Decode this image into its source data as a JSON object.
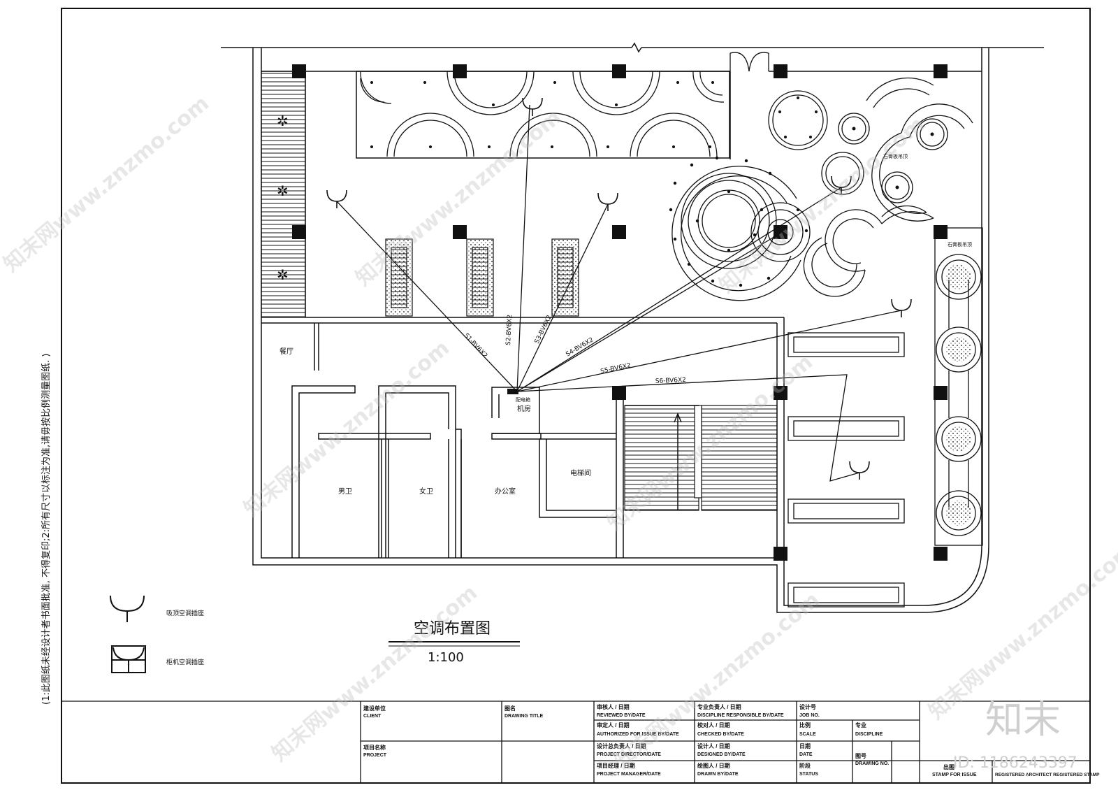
{
  "drawing": {
    "title": "空调布置图",
    "scale": "1:100",
    "side_note": "(1:此图纸未经设计者书面批准, 不得复印;2:所有尺寸以标注为准,请毋按比例测量图纸. )"
  },
  "rooms": {
    "dining": "餐厅",
    "mens_wc": "男卫",
    "womens_wc": "女卫",
    "office": "办公室",
    "machine_room": "机房",
    "elevator_room": "电梯间",
    "distribution_box": "配电箱",
    "gypsum_ceiling_1": "石膏板吊顶",
    "gypsum_ceiling_2": "石膏板吊顶"
  },
  "circuits": {
    "s1": "S1-BV6X2",
    "s2": "S2-BV6X2",
    "s3": "S3-BV6X2",
    "s4": "S4-BV6X2",
    "s5": "S5-BV6X2",
    "s6": "S6-BV6X2"
  },
  "legend": {
    "ceiling_ac": "吸顶空调插座",
    "cabinet_ac": "柜机空调插座"
  },
  "title_block": {
    "client_cn": "建设单位",
    "client_en": "CLIENT",
    "project_cn": "项目名称",
    "project_en": "PROJECT",
    "drawing_title_cn": "图名",
    "drawing_title_en": "DRAWING TITLE",
    "reviewed_cn": "审核人  / 日期",
    "reviewed_en": "REVIEWED BY/DATE",
    "authorized_cn": "审定人  / 日期",
    "authorized_en": "AUTHORIZED FOR ISSUE BY/DATE",
    "director_cn": "设计总负责人 / 日期",
    "director_en": "PROJECT DIRECTOR/DATE",
    "manager_cn": "项目经理  / 日期",
    "manager_en": "PROJECT MANAGER/DATE",
    "discipline_resp_cn": "专业负责人 / 日期",
    "discipline_resp_en": "DISCIPLINE RESPONSIBLE BY/DATE",
    "checked_cn": "校对人 / 日期",
    "checked_en": "CHECKED BY/DATE",
    "designed_cn": "设计人 / 日期",
    "designed_en": "DESIGNED BY/DATE",
    "drawn_cn": "绘图人 / 日期",
    "drawn_en": "DRAWN BY/DATE",
    "job_cn": "设计号",
    "job_en": "JOB NO.",
    "scale_cn": "比例",
    "scale_en": "SCALE",
    "date_cn": "日期",
    "date_en": "DATE",
    "status_cn": "阶段",
    "status_en": "STATUS",
    "discipline_cn": "专业",
    "discipline_en": "DISCIPLINE",
    "drawing_no_cn": "图号",
    "drawing_no_en": "DRAWING NO.",
    "stamp_issue_cn": "出图",
    "stamp_issue_en": "STAMP FOR ISSUE",
    "reg_stamp_en": "REGISTERED ARCHITECT REGISTERED STAMP"
  },
  "watermark": {
    "site": "知末网www.znzmo.com",
    "brand": "知末",
    "id_label": "ID: 1186243397"
  }
}
